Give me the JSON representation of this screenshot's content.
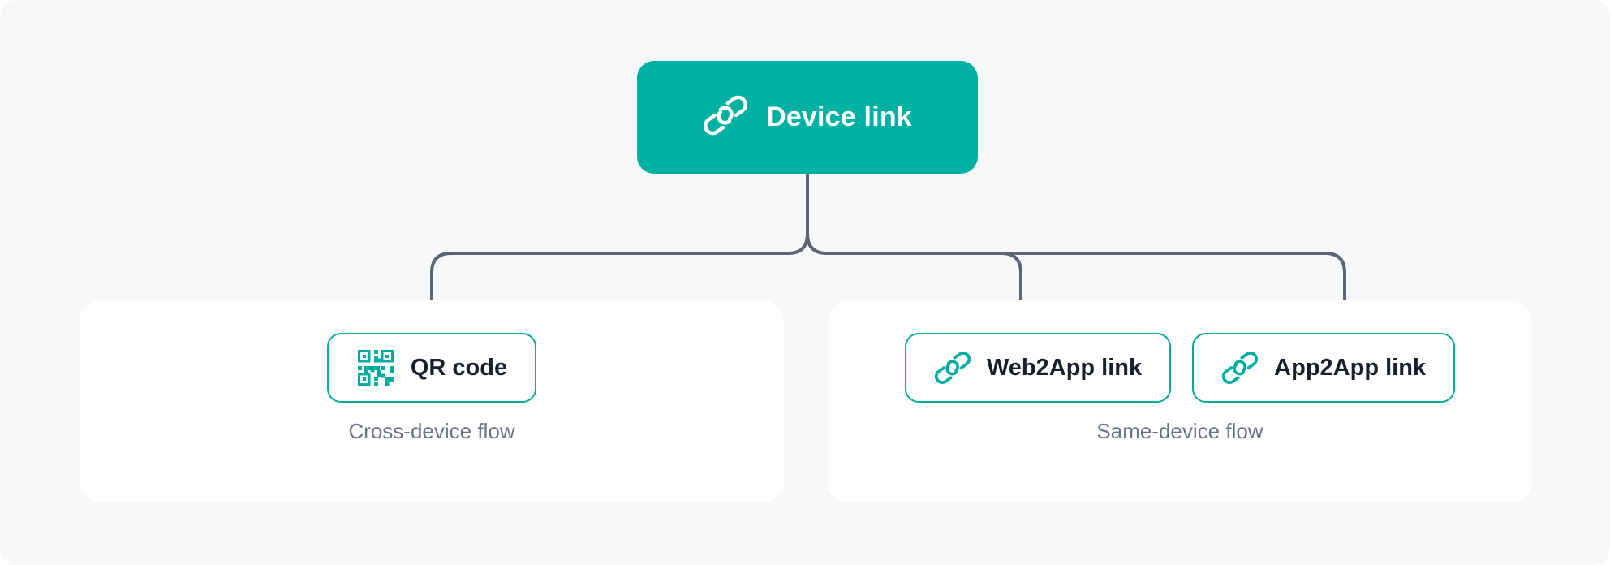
{
  "colors": {
    "page_background": "#f7f8fa",
    "card_background": "#ffffff",
    "accent_teal": "#00b0a3",
    "pill_border_teal": "#00ada0",
    "connector_gray": "#5c6475",
    "label_dark": "#1a1f2e",
    "caption_gray": "#6b7385",
    "root_label_white": "#ffffff"
  },
  "diagram": {
    "type": "hierarchy-tree",
    "root": {
      "label": "Device link",
      "icon": "chain-link-icon",
      "icon_color": "#ffffff",
      "background": "#00b0a3"
    },
    "groups": [
      {
        "caption": "Cross-device flow",
        "nodes": [
          {
            "label": "QR code",
            "icon": "qr-code-icon",
            "icon_color": "#00ada0"
          }
        ]
      },
      {
        "caption": "Same-device flow",
        "nodes": [
          {
            "label": "Web2App link",
            "icon": "chain-link-icon",
            "icon_color": "#00ada0"
          },
          {
            "label": "App2App link",
            "icon": "chain-link-icon",
            "icon_color": "#00ada0"
          }
        ]
      }
    ],
    "connectors": {
      "style": "orthogonal-rounded-elbow",
      "arrowhead": "chevron",
      "count": 3,
      "from": "Device link",
      "to": [
        "QR code",
        "Web2App link",
        "App2App link"
      ]
    }
  }
}
